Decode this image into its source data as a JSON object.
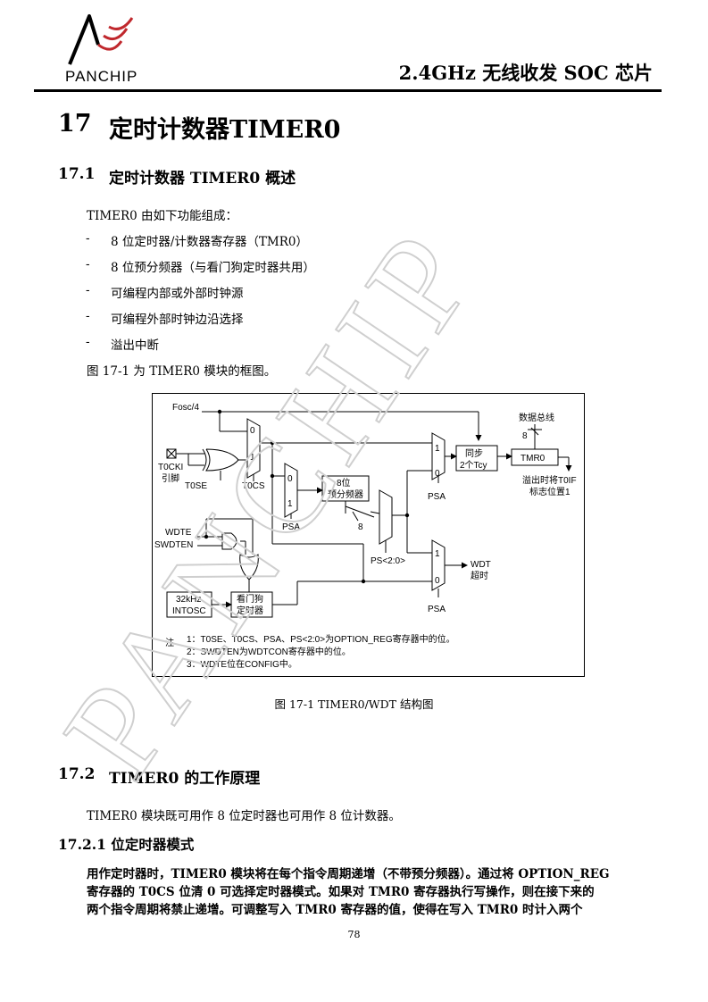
{
  "header": {
    "logo_text": "PANCHIP",
    "title": "2.4GHz 无线收发 SOC 芯片"
  },
  "chapter": {
    "number": "17",
    "title": "定时计数器TIMER0"
  },
  "section1": {
    "number": "17.1",
    "title": "定时计数器 TIMER0 概述",
    "intro": "TIMER0 由如下功能组成：",
    "bullets": [
      "8 位定时器/计数器寄存器（TMR0）",
      "8 位预分频器（与看门狗定时器共用）",
      "可编程内部或外部时钟源",
      "可编程外部时钟边沿选择",
      "溢出中断"
    ],
    "bullet_mark": "-",
    "figure_ref": "图  17-1 为 TIMER0 模块的框图。"
  },
  "figure": {
    "labels": {
      "fosc": "Fosc/4",
      "t0cki": "T0CKI",
      "pin": "引脚",
      "t0se": "T0SE",
      "t0cs": "T0CS",
      "mux0": "0",
      "mux1": "1",
      "psa": "PSA",
      "prescaler_l1": "8位",
      "prescaler_l2": "预分频器",
      "eight": "8",
      "ps": "PS<2:0>",
      "sync_l1": "同步",
      "sync_l2": "2个Tcy",
      "tmr0": "TMR0",
      "databus": "数据总线",
      "overflow_l1": "溢出时将T0IF",
      "overflow_l2": "标志位置1",
      "wdte": "WDTE",
      "swdten": "SWDTEN",
      "osc_l1": "32kHz",
      "osc_l2": "INTOSC",
      "wdt_l1": "看门狗",
      "wdt_l2": "定时器",
      "wdt_out_l1": "WDT",
      "wdt_out_l2": "超时"
    },
    "notes_label": "注",
    "notes": [
      "1：T0SE、T0CS、PSA、PS<2:0>为OPTION_REG寄存器中的位。",
      "2：SWDTEN为WDTCON寄存器中的位。",
      "3：WDTE位在CONFIG中。"
    ],
    "caption": "图  17-1 TIMER0/WDT 结构图"
  },
  "section2": {
    "number": "17.2",
    "title": "TIMER0 的工作原理",
    "text": "TIMER0 模块既可用作 8 位定时器也可用作 8 位计数器。"
  },
  "section21": {
    "title": "17.2.1 位定时器模式",
    "lines": [
      "用作定时器时，TIMER0 模块将在每个指令周期递增（不带预分频器）。通过将 OPTION_REG",
      "寄存器的 T0CS 位清 0 可选择定时器模式。如果对 TMR0 寄存器执行写操作，则在接下来的",
      "两个指令周期将禁止递增。可调整写入 TMR0 寄存器的值，使得在写入 TMR0 时计入两个"
    ]
  },
  "page_number": "78",
  "watermark": "PANCHIP"
}
